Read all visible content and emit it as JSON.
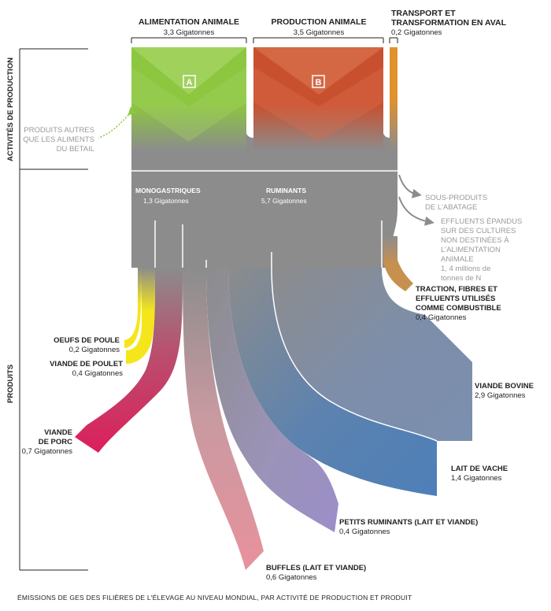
{
  "colors": {
    "feed": "#8dc63f",
    "production": "#c9502e",
    "transport": "#e0922e",
    "flow_gray": "#8c8c8c",
    "eggs": "#f4e61b",
    "chicken": "#f0dd1e",
    "pork": "#dc1f5c",
    "buffalo": "#e8919c",
    "small_ruminants": "#9b8ec8",
    "milk": "#4d7fb8",
    "beef": "#7b8fae",
    "traction": "#c7904f"
  },
  "headers": {
    "feed": {
      "label": "ALIMENTATION ANIMALE",
      "value": "3,3 Gigatonnes"
    },
    "production": {
      "label": "PRODUCTION ANIMALE",
      "value": "3,5 Gigatonnes"
    },
    "transport": {
      "label_line1": "TRANSPORT ET",
      "label_line2": "TRANSFORMATION EN AVAL",
      "value": "0,2 Gigatonnes"
    }
  },
  "badges": {
    "a": "A",
    "b": "B"
  },
  "side_labels": {
    "production_activities": "ACTIVITÉS DE PRODUCTION",
    "products": "PRODUITS"
  },
  "other_feed": {
    "line1": "PRODUITS AUTRES",
    "line2": "QUE LES ALIMENTS",
    "line3": "DU BETAIL"
  },
  "branches": {
    "monogastric": {
      "label": "MONOGASTRIQUES",
      "value": "1,3 Gigatonnes"
    },
    "ruminant": {
      "label": "RUMINANTS",
      "value": "5,7 Gigatonnes"
    }
  },
  "byproducts": {
    "slaughter_line1": "SOUS-PRODUITS",
    "slaughter_line2": "DE L'ABATAGE",
    "effluents_lines": [
      "EFFLUENTS ÉPANDUS",
      "SUR DES CULTURES",
      "NON DESTINÉES À",
      "L'ALIMENTATION",
      "ANIMALE",
      "1, 4 millions de",
      "tonnes de N"
    ]
  },
  "products": {
    "traction": {
      "lines": [
        "TRACTION, FIBRES ET",
        "EFFLUENTS UTILISÉS",
        "COMME COMBUSTIBLE"
      ],
      "value": "0,4 Gigatonnes"
    },
    "eggs": {
      "lines": [
        "OEUFS DE POULE"
      ],
      "value": "0,2 Gigatonnes"
    },
    "chicken": {
      "lines": [
        "VIANDE DE POULET"
      ],
      "value": "0,4 Gigatonnes"
    },
    "pork": {
      "lines": [
        "VIANDE",
        "DE PORC"
      ],
      "value": "0,7 Gigatonnes"
    },
    "beef": {
      "lines": [
        "VIANDE BOVINE"
      ],
      "value": "2,9 Gigatonnes"
    },
    "milk": {
      "lines": [
        "LAIT DE VACHE"
      ],
      "value": "1,4 Gigatonnes"
    },
    "small_ruminants": {
      "lines": [
        "PETITS RUMINANTS (LAIT ET VIANDE)"
      ],
      "value": "0,4 Gigatonnes"
    },
    "buffalo": {
      "lines": [
        "BUFFLES (LAIT ET VIANDE)"
      ],
      "value": "0,6 Gigatonnes"
    }
  },
  "caption": "ÉMISSIONS DE GES DES FILIÈRES DE L'ÉLEVAGE AU NIVEAU MONDIAL, PAR ACTIVITÉ DE PRODUCTION ET PRODUIT"
}
